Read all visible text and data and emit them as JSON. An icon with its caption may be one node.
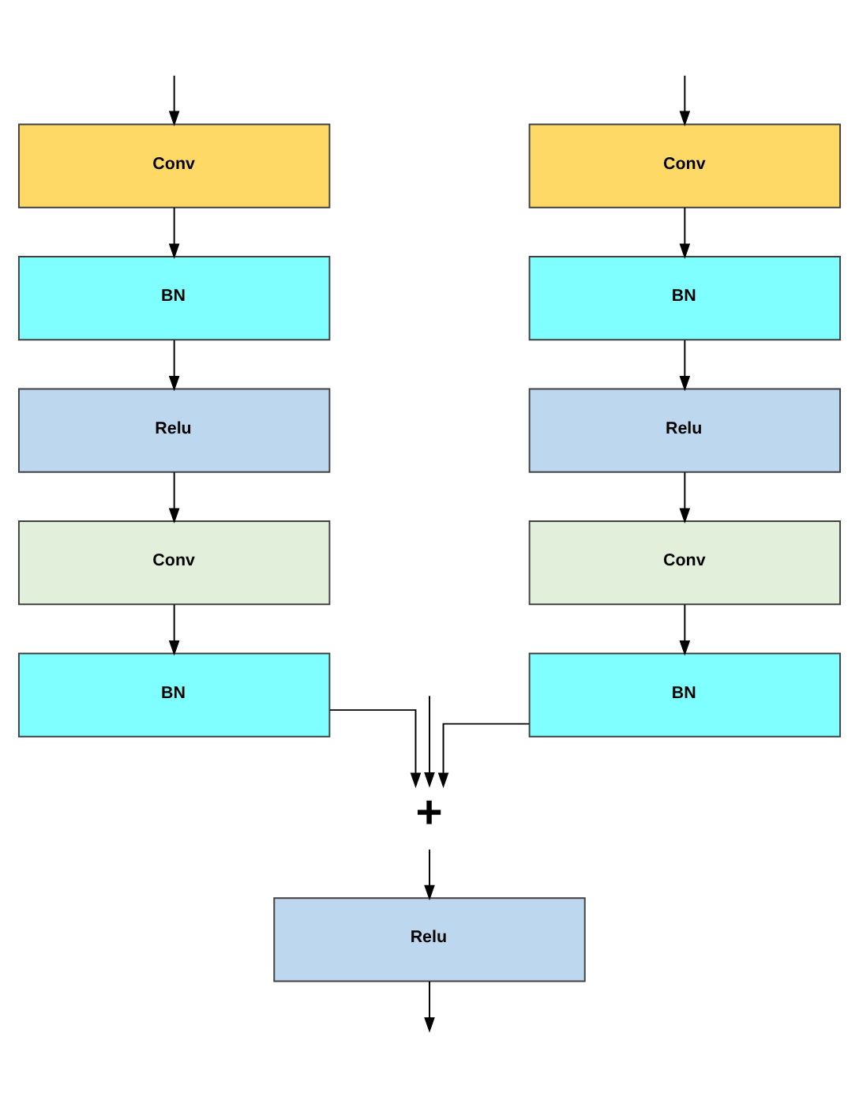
{
  "diagram": {
    "nodes": [
      {
        "text": [
          "Conv"
        ]
      },
      {
        "text": [
          "BN"
        ]
      },
      {
        "text": [
          "Relu"
        ]
      },
      {
        "text": [
          "Conv"
        ]
      },
      {
        "text": [
          "BN"
        ]
      },
      {
        "text": [
          "Conv"
        ]
      },
      {
        "text": [
          "BN"
        ]
      },
      {
        "text": [
          "Relu"
        ]
      },
      {
        "text": [
          "Conv"
        ]
      },
      {
        "text": [
          "BN"
        ]
      },
      {
        "text": [
          "+"
        ]
      },
      {
        "text": [
          "Relu"
        ]
      }
    ],
    "edges": [
      {
        "from": null,
        "to": 0,
        "arrow": "to"
      },
      {
        "from": null,
        "to": 10,
        "arrow": "to"
      },
      {
        "from": null,
        "to": 5,
        "arrow": "to"
      },
      {
        "from": 0,
        "to": 1,
        "arrow": "to"
      },
      {
        "from": 1,
        "to": 2,
        "arrow": "to"
      },
      {
        "from": 2,
        "to": 3,
        "arrow": "to"
      },
      {
        "from": 3,
        "to": 4,
        "arrow": "to"
      },
      {
        "from": 5,
        "to": 6,
        "arrow": "to"
      },
      {
        "from": 6,
        "to": 7,
        "arrow": "to"
      },
      {
        "from": 7,
        "to": 8,
        "arrow": "to"
      },
      {
        "from": 8,
        "to": 9,
        "arrow": "to"
      },
      {
        "from": 4,
        "to": 10,
        "arrow": "to"
      },
      {
        "from": 9,
        "to": 10,
        "arrow": "to"
      },
      {
        "from": 10,
        "to": 11,
        "arrow": "to"
      },
      {
        "from": 11,
        "to": null,
        "arrow": "to"
      }
    ]
  }
}
